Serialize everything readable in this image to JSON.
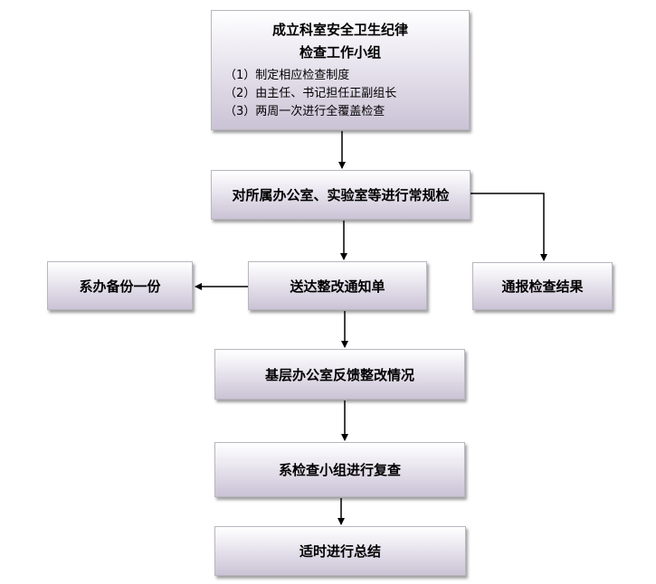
{
  "flowchart": {
    "top_box": {
      "title_line1": "成立科室安全卫生纪律",
      "title_line2": "检查工作小组",
      "items": [
        "（1）制定相应检查制度",
        "（2）由主任、书记担任正副组长",
        "（3）两周一次进行全覆盖检查"
      ]
    },
    "routine_check": "对所属办公室、实验室等进行常规检",
    "notice": "送达整改通知单",
    "backup": "系办备份一份",
    "report": "通报检查结果",
    "feedback": "基层办公室反馈整改情况",
    "recheck": "系检查小组进行复查",
    "summary": "适时进行总结"
  }
}
